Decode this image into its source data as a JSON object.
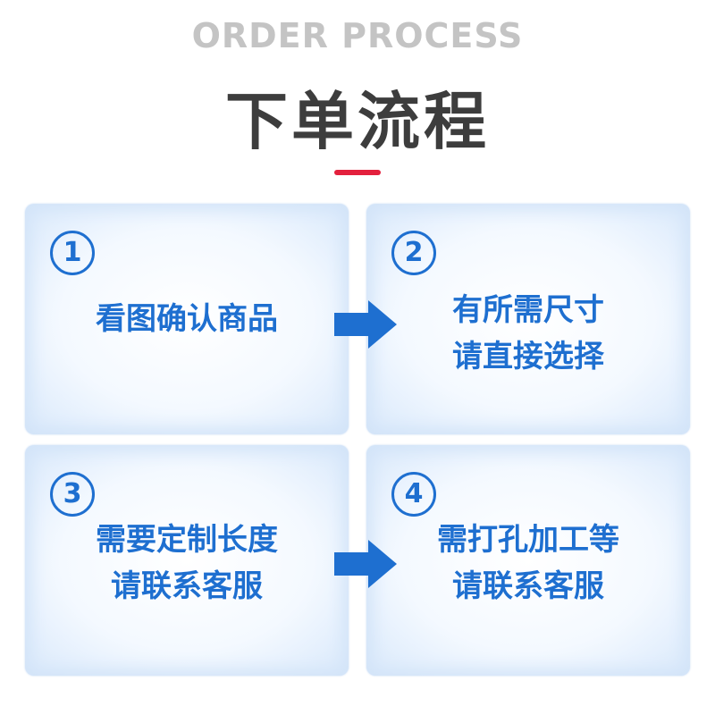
{
  "header": {
    "subtitle_en": "ORDER PROCESS",
    "title_cn": "下单流程"
  },
  "colors": {
    "accent_red": "#e3203d",
    "step_blue": "#1e6fd0",
    "title_gray": "#3d3d3d",
    "subtitle_gray": "#c4c4c4"
  },
  "steps": [
    {
      "number": "1",
      "lines": [
        "看图确认商品"
      ]
    },
    {
      "number": "2",
      "lines": [
        "有所需尺寸",
        "请直接选择"
      ]
    },
    {
      "number": "3",
      "lines": [
        "需要定制长度",
        "请联系客服"
      ]
    },
    {
      "number": "4",
      "lines": [
        "需打孔加工等",
        "请联系客服"
      ]
    }
  ],
  "icons": {
    "arrow": "arrow-right-icon"
  }
}
